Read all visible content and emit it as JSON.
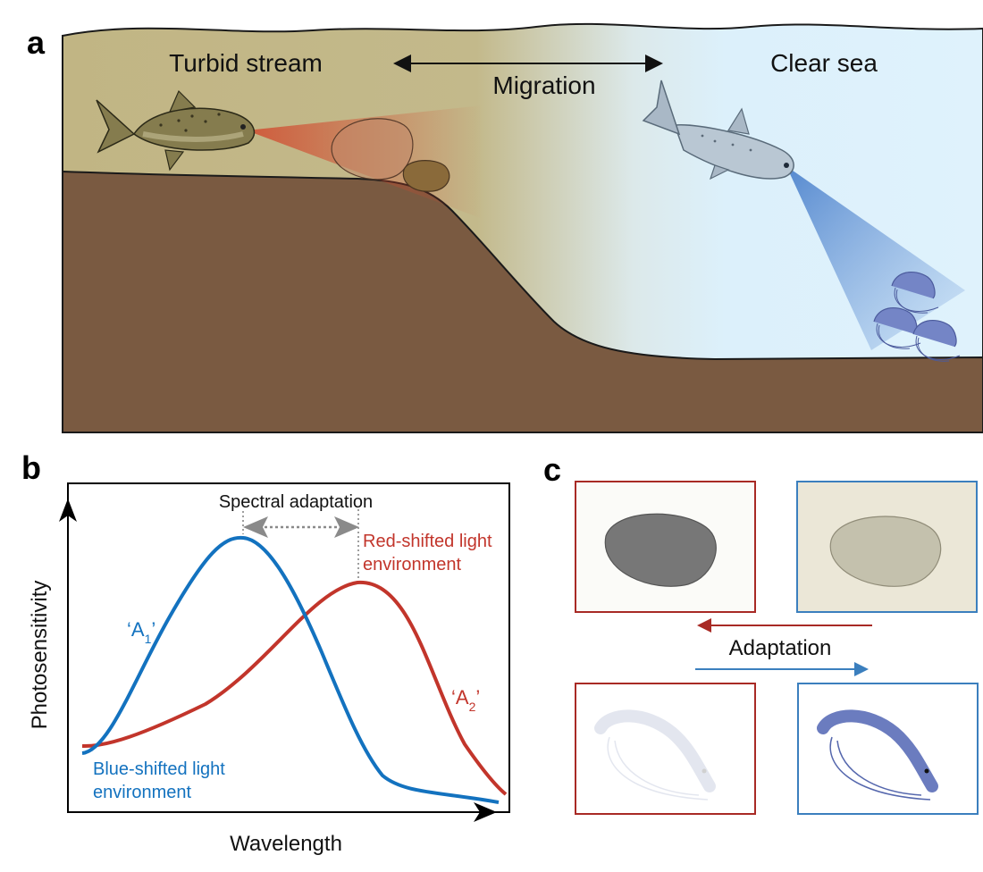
{
  "panel_a": {
    "letter": "a",
    "left_label": "Turbid stream",
    "right_label": "Clear sea",
    "arrow_label": "Migration"
  },
  "panel_b": {
    "letter": "b",
    "ylabel": "Photosensitivity",
    "xlabel": "Wavelength",
    "shift_label": "Spectral adaptation",
    "red_env_label_line1": "Red-shifted light",
    "red_env_label_line2": "environment",
    "blue_env_label_line1": "Blue-shifted light",
    "blue_env_label_line2": "environment",
    "curve_a1": {
      "prefix": "‘A",
      "sub": "1",
      "suffix": "’"
    },
    "curve_a2": {
      "prefix": "‘A",
      "sub": "2",
      "suffix": "’"
    }
  },
  "panel_c": {
    "letter": "c",
    "adaptation_label": "Adaptation"
  },
  "colors": {
    "blue_curve": "#1372bf",
    "red_curve": "#c2352b",
    "turbid_water": "#c1b584",
    "clear_water": "#dcf0fb",
    "ground": "#7a5a41",
    "box_red": "#a82a25",
    "box_blue": "#3b7fbe"
  }
}
